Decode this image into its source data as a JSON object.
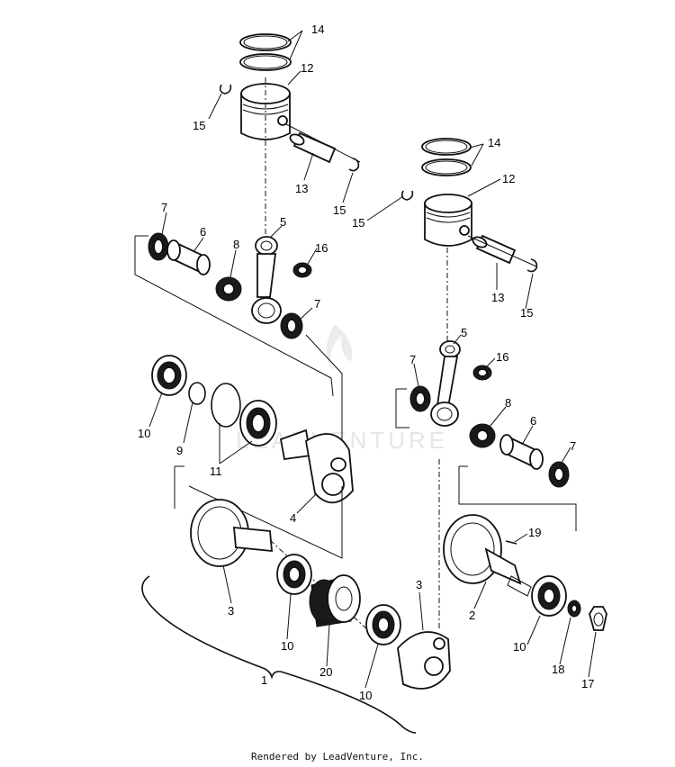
{
  "callouts": {
    "c14a": "14",
    "c12a": "12",
    "c15a": "15",
    "c13a": "13",
    "c15b": "15",
    "c7a": "7",
    "c6a": "6",
    "c8a": "8",
    "c5a": "5",
    "c16a": "16",
    "c7b": "7",
    "c10a": "10",
    "c9": "9",
    "c11": "11",
    "c4": "4",
    "c3a": "3",
    "c10b": "10",
    "c20": "20",
    "c10c": "10",
    "c3b": "3",
    "c1": "1",
    "c14b": "14",
    "c12b": "12",
    "c15c": "15",
    "c13b": "13",
    "c15d": "15",
    "c5b": "5",
    "c16b": "16",
    "c7c": "7",
    "c8b": "8",
    "c6b": "6",
    "c7d": "7",
    "c19": "19",
    "c2": "2",
    "c10d": "10",
    "c18": "18",
    "c17": "17"
  },
  "watermark": "LEADVENTURE",
  "footer": "Rendered by LeadVenture, Inc."
}
